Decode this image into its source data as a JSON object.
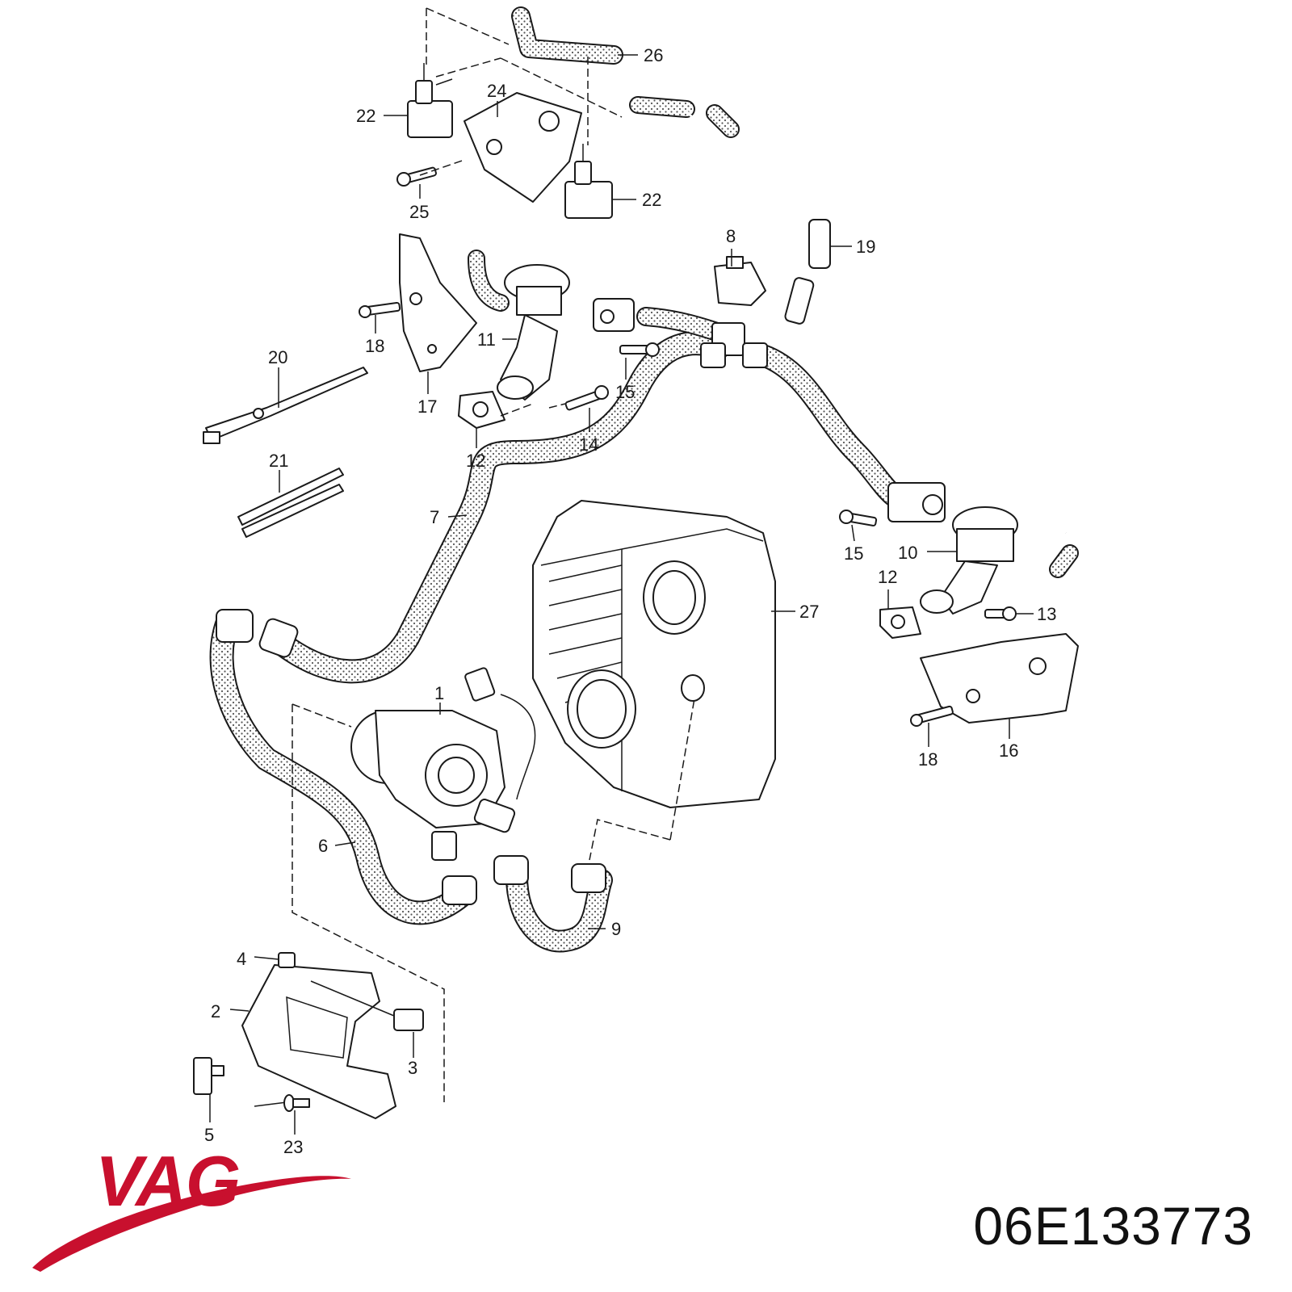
{
  "brand": {
    "name": "VAG",
    "color": "#c8102e"
  },
  "part_number": "06E133773",
  "callouts": [
    {
      "id": "c1",
      "label": "1"
    },
    {
      "id": "c2",
      "label": "2"
    },
    {
      "id": "c3",
      "label": "3"
    },
    {
      "id": "c4",
      "label": "4"
    },
    {
      "id": "c5",
      "label": "5"
    },
    {
      "id": "c6",
      "label": "6"
    },
    {
      "id": "c7",
      "label": "7"
    },
    {
      "id": "c8",
      "label": "8"
    },
    {
      "id": "c9",
      "label": "9"
    },
    {
      "id": "c10",
      "label": "10"
    },
    {
      "id": "c11",
      "label": "11"
    },
    {
      "id": "c12a",
      "label": "12"
    },
    {
      "id": "c12b",
      "label": "12"
    },
    {
      "id": "c13",
      "label": "13"
    },
    {
      "id": "c14",
      "label": "14"
    },
    {
      "id": "c15a",
      "label": "15"
    },
    {
      "id": "c15b",
      "label": "15"
    },
    {
      "id": "c16",
      "label": "16"
    },
    {
      "id": "c17",
      "label": "17"
    },
    {
      "id": "c18a",
      "label": "18"
    },
    {
      "id": "c18b",
      "label": "18"
    },
    {
      "id": "c19",
      "label": "19"
    },
    {
      "id": "c20",
      "label": "20"
    },
    {
      "id": "c21",
      "label": "21"
    },
    {
      "id": "c22a",
      "label": "22"
    },
    {
      "id": "c22b",
      "label": "22"
    },
    {
      "id": "c23",
      "label": "23"
    },
    {
      "id": "c24",
      "label": "24"
    },
    {
      "id": "c25",
      "label": "25"
    },
    {
      "id": "c26",
      "label": "26"
    },
    {
      "id": "c27",
      "label": "27"
    }
  ],
  "colors": {
    "line": "#1a1a1a",
    "hose_fill": "#e6e6e6",
    "background": "#ffffff"
  }
}
